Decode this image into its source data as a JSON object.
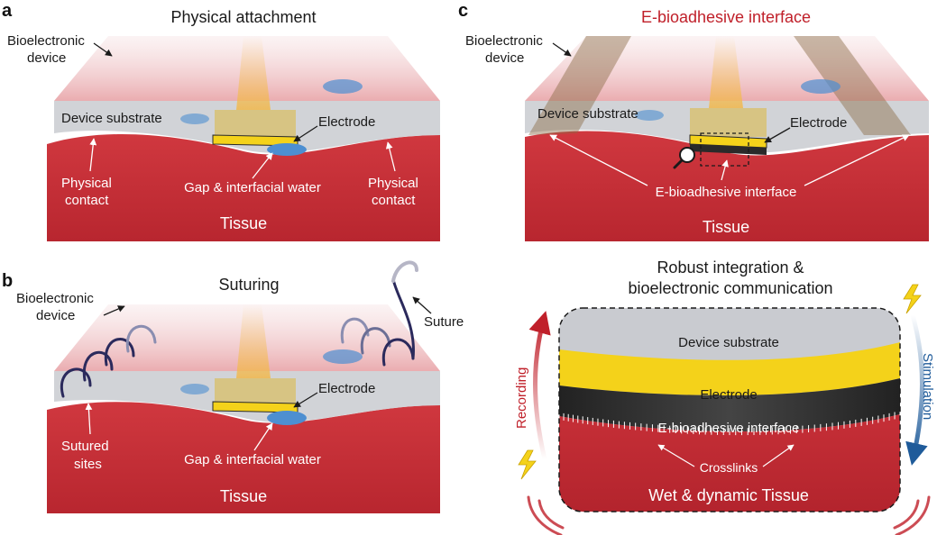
{
  "panels": {
    "a": {
      "letter": "a",
      "title": "Physical attachment",
      "bioelectronic_device_line1": "Bioelectronic",
      "bioelectronic_device_line2": "device",
      "device_substrate": "Device substrate",
      "electrode": "Electrode",
      "physical_contact_line1": "Physical",
      "physical_contact_line2": "contact",
      "gap": "Gap & interfacial water",
      "tissue": "Tissue"
    },
    "b": {
      "letter": "b",
      "title": "Suturing",
      "bioelectronic_device_line1": "Bioelectronic",
      "bioelectronic_device_line2": "device",
      "suture": "Suture",
      "electrode": "Electrode",
      "sutured_sites_line1": "Sutured",
      "sutured_sites_line2": "sites",
      "gap": "Gap & interfacial water",
      "tissue": "Tissue"
    },
    "c": {
      "letter": "c",
      "title": "E-bioadhesive interface",
      "bioelectronic_device_line1": "Bioelectronic",
      "bioelectronic_device_line2": "device",
      "device_substrate": "Device substrate",
      "electrode": "Electrode",
      "interface": "E-bioadhesive interface",
      "tissue": "Tissue",
      "inset_title_line1": "Robust integration &",
      "inset_title_line2": "bioelectronic communication",
      "inset_substrate": "Device substrate",
      "inset_electrode": "Electrode",
      "inset_interface": "E-bioadhesive interface",
      "crosslinks": "Crosslinks",
      "wet_tissue": "Wet & dynamic Tissue",
      "recording": "Recording",
      "stimulation": "Stimulation"
    }
  },
  "colors": {
    "tissue": "#c8323a",
    "tissue_dark": "#9e1e27",
    "substrate": "#c9cbd0",
    "electrode": "#f4d21a",
    "interface": "#2a2a2a",
    "water": "#4d8fd1",
    "recording_arrow": "#c0202a",
    "stimulation_arrow": "#1f5b9a",
    "title_red": "#c0202a"
  }
}
